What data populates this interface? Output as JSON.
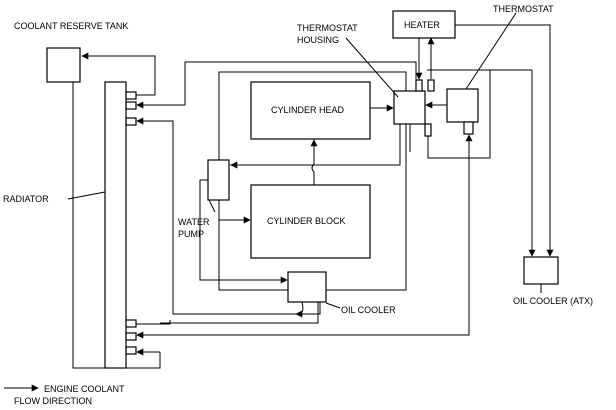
{
  "labels": {
    "coolant_reserve_tank": "COOLANT RESERVE TANK",
    "radiator": "RADIATOR",
    "water_pump_1": "WATER",
    "water_pump_2": "PUMP",
    "cylinder_head": "CYLINDER HEAD",
    "cylinder_block": "CYLINDER BLOCK",
    "thermostat_housing_1": "THERMOSTAT",
    "thermostat_housing_2": "HOUSING",
    "heater": "HEATER",
    "thermostat": "THERMOSTAT",
    "oil_cooler": "OIL COOLER",
    "oil_cooler_atx": "OIL COOLER (ATX)"
  },
  "legend": {
    "line1": "ENGINE COOLANT",
    "line2": "FLOW DIRECTION"
  }
}
